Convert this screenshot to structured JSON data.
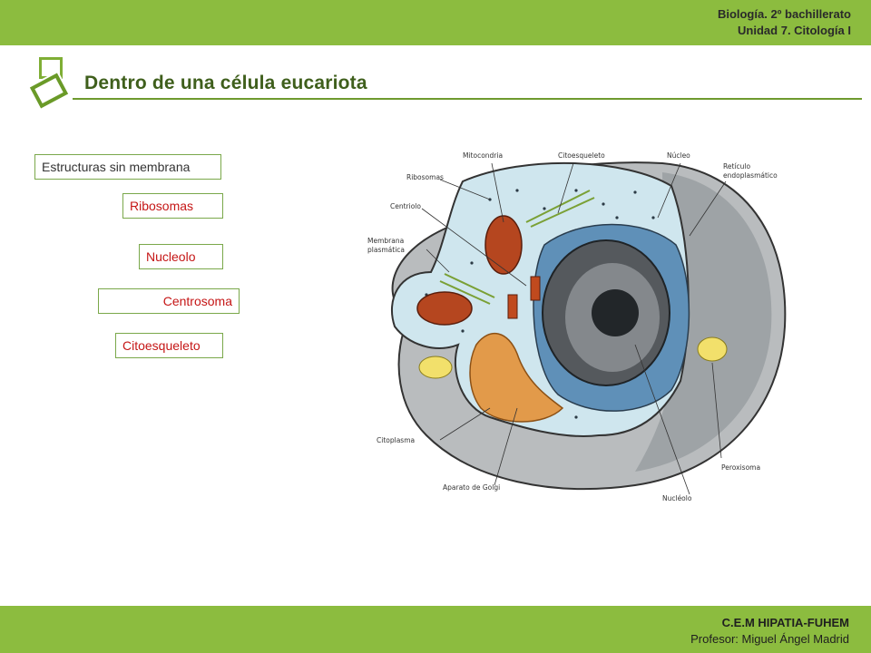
{
  "header": {
    "course_line1": "Biología. 2º bachillerato",
    "course_line2": "Unidad 7. Citología I"
  },
  "slide": {
    "title": "Dentro de una célula eucariota"
  },
  "labels": {
    "heading": "Estructuras sin membrana",
    "items": [
      "Ribosomas",
      "Nucleolo",
      "Centrosoma",
      "Citoesqueleto"
    ]
  },
  "diagram": {
    "labels": {
      "mitocondria": "Mitocondria",
      "citoesqueleto": "Citoesqueleto",
      "nucleo": "Núcleo",
      "reticulo_1": "Retículo",
      "reticulo_2": "endoplasmático",
      "ribosomas": "Ribosomas",
      "centriolo": "Centriolo",
      "membrana_1": "Membrana",
      "membrana_2": "plasmática",
      "citoplasma": "Citoplasma",
      "golgi": "Aparato de Golgi",
      "nucleolo": "Nucléolo",
      "peroxisoma": "Peroxisoma"
    }
  },
  "footer": {
    "school": "C.E.M HIPATIA-FUHEM",
    "teacher": "Profesor: Miguel Ángel Madrid"
  },
  "colors": {
    "bar_green": "#8cbc3f",
    "title_green": "#3f5f1c",
    "label_red": "#c51616"
  }
}
